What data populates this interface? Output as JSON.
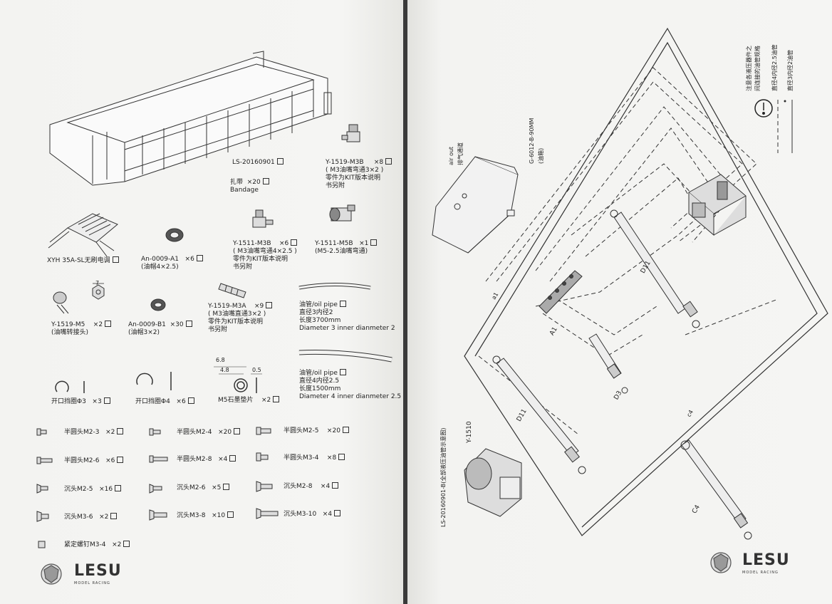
{
  "left": {
    "parts": {
      "ls20160901": "LS-20160901",
      "bandage": {
        "cn": "扎带",
        "qty": "×20",
        "en": "Bandage"
      },
      "y1519m3b": {
        "code": "Y-1519-M3B",
        "qty": "×8",
        "desc": "( M3油嘴弯通3×2 )",
        "note1": "零件为KIT版本说明",
        "note2": "书另附"
      },
      "y1511m3b": {
        "code": "Y-1511-M3B",
        "qty": "×6",
        "desc": "( M3油嘴弯通4×2.5 )",
        "note1": "零件为KIT版本说明",
        "note2": "书另附"
      },
      "y1511m5b": {
        "code": "Y-1511-M5B",
        "qty": "×1",
        "desc": "(M5-2.5油嘴弯通)"
      },
      "xyh": {
        "code": "XYH 35A-SL无刷电调"
      },
      "an0009a1": {
        "code": "An-0009-A1",
        "qty": "×6",
        "desc": "(油帽4×2.5)"
      },
      "y1519m5": {
        "code": "Y-1519-M5",
        "qty": "×2",
        "desc": "(油嘴转接头)"
      },
      "dim7": "7",
      "an0009b1": {
        "code": "An-0009-B1",
        "qty": "×30",
        "desc": "(油帽3×2)"
      },
      "y1519m3a": {
        "code": "Y-1519-M3A",
        "qty": "×9",
        "desc": "( M3油嘴直通3×2 )",
        "note1": "零件为KIT版本说明",
        "note2": "书另附"
      },
      "oilpipe1": {
        "l1": "油管/oil pipe",
        "l2": "直径3内径2",
        "l3": "长度3700mm",
        "l4": "Diameter 3 inner dianmeter 2"
      },
      "oilpipe2": {
        "l1": "油管/oil pipe",
        "l2": "直径4内径2.5",
        "l3": "长度1500mm",
        "l4": "Diameter 4 inner dianmeter 2.5"
      },
      "clip3": {
        "label": "开口挡圈Φ3",
        "qty": "×3"
      },
      "clip4": {
        "label": "开口挡圈Φ4",
        "qty": "×6"
      },
      "gasket": {
        "label": "M5石墨垫片",
        "qty": "×2",
        "d1": "6.8",
        "d2": "4.8",
        "d3": "0.5"
      }
    },
    "screws": [
      {
        "label": "半圆头M2-3",
        "qty": "×2"
      },
      {
        "label": "半圆头M2-4",
        "qty": "×20"
      },
      {
        "label": "半圆头M2-5",
        "qty": "×20"
      },
      {
        "label": "半圆头M2-6",
        "qty": "×6"
      },
      {
        "label": "半圆头M2-8",
        "qty": "×4"
      },
      {
        "label": "半圆头M3-4",
        "qty": "×8"
      },
      {
        "label": "沉头M2-5",
        "qty": "×16"
      },
      {
        "label": "沉头M2-6",
        "qty": "×5"
      },
      {
        "label": "沉头M2-8",
        "qty": "×4"
      },
      {
        "label": "沉头M3-6",
        "qty": "×2"
      },
      {
        "label": "沉头M3-8",
        "qty": "×10"
      },
      {
        "label": "沉头M3-10",
        "qty": "×4"
      },
      {
        "label": "紧定螺钉M3-4",
        "qty": "×2"
      }
    ],
    "logo": {
      "brand": "LESU",
      "sub": "MODEL RACING"
    }
  },
  "right": {
    "notice": {
      "line1": "注意各液压器件之",
      "line2": "间连接的油管规格"
    },
    "legend": {
      "solid": "直径4内径2.5油管",
      "dashed": "直径3内径2油管"
    },
    "tank": {
      "code": "G-6012-B-90MM",
      "desc": "(油箱)"
    },
    "airout": {
      "en": "air out",
      "cn": "排气通道"
    },
    "pump": {
      "code": "Y-1510"
    },
    "diagram_title": "LS-20160901-B(全部液压油管示意图)",
    "labels": {
      "d11a": "D11",
      "d11b": "D11",
      "a1": "A1",
      "d3": "D3",
      "c4": "C4",
      "a1s": "a1",
      "c4s": "c4"
    },
    "logo": {
      "brand": "LESU",
      "sub": "MODEL RACING"
    }
  }
}
